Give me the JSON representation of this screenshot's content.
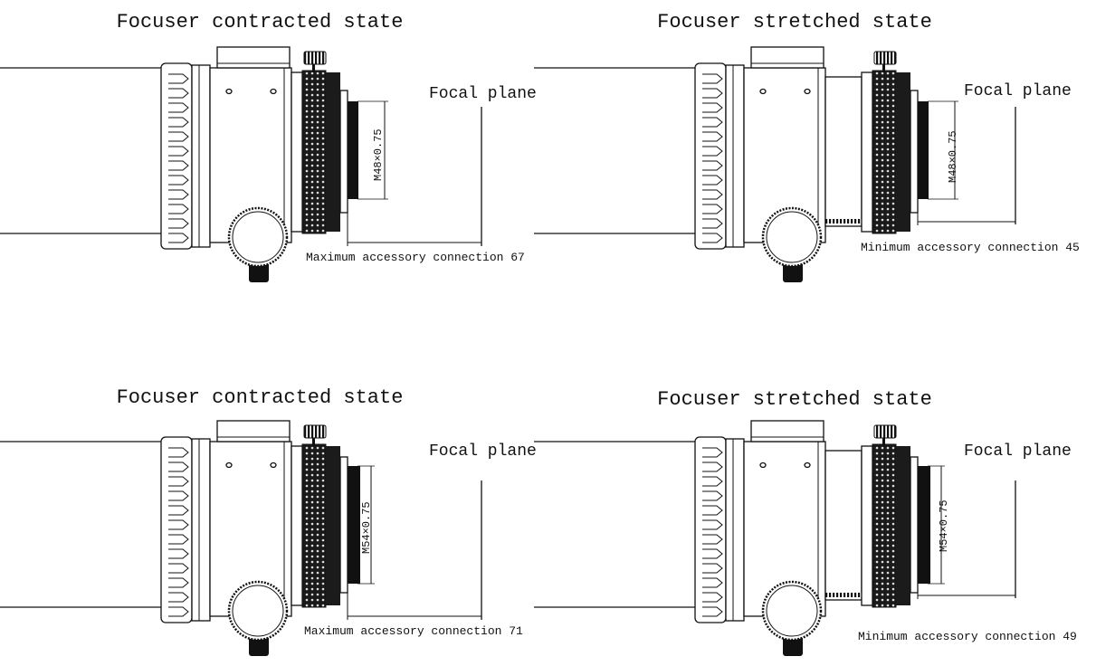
{
  "panels": [
    {
      "title": "Focuser contracted state",
      "focal_label": "Focal plane",
      "thread": "M48×0.75",
      "connection": "Maximum accessory connection 67",
      "state": "contracted"
    },
    {
      "title": "Focuser stretched state",
      "focal_label": "Focal plane",
      "thread": "M48×0.75",
      "connection": "Minimum accessory connection 45",
      "state": "stretched"
    },
    {
      "title": "Focuser contracted state",
      "focal_label": "Focal plane",
      "thread": "M54×0.75",
      "connection": "Maximum accessory connection 71",
      "state": "contracted"
    },
    {
      "title": "Focuser stretched state",
      "focal_label": "Focal plane",
      "thread": "M54×0.75",
      "connection": "Minimum accessory connection 49",
      "state": "stretched"
    }
  ]
}
